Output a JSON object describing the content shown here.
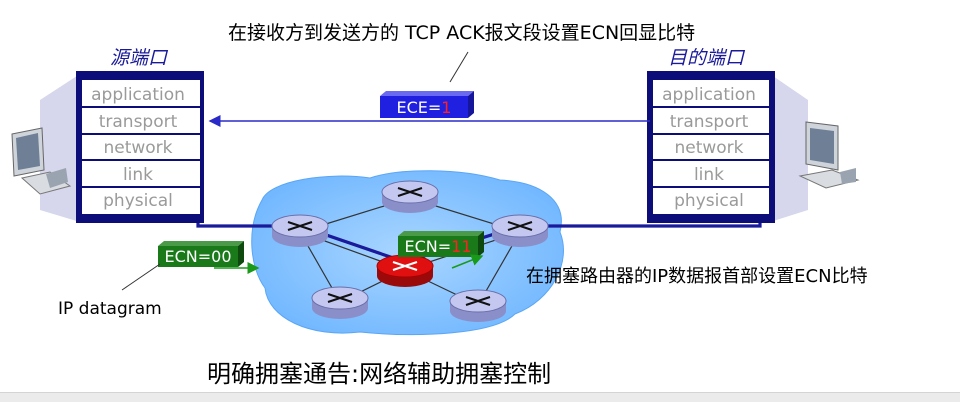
{
  "top_annotation": "在接收方到发送方的 TCP ACK报文段设置ECN回显比特",
  "source_host": {
    "title": "源端口",
    "layers": [
      "application",
      "transport",
      "network",
      "link",
      "physical"
    ]
  },
  "dest_host": {
    "title": "目的端口",
    "layers": [
      "application",
      "transport",
      "network",
      "link",
      "physical"
    ]
  },
  "ece_packet": {
    "label": "ECE=",
    "bit": "1"
  },
  "ecn_ingress_packet": {
    "label": "ECN=00"
  },
  "ecn_core_packet": {
    "label": "ECN=",
    "bits": "11"
  },
  "router_annotation": "在拥塞路由器的IP数据报首部设置ECN比特",
  "datagram_label": "IP datagram",
  "caption": "明确拥塞通告:网络辅助拥塞控制",
  "colors": {
    "host_frame": "#0d0d7a",
    "layer_text": "#9a9a9a",
    "network_cloud": "#8ec5ff",
    "router": "#c4c8f0",
    "congested_router": "#e01010",
    "ece_packet": "#2020e0",
    "ecn_packet": "#1a7a1a",
    "flow_line": "#1a1a9a",
    "highlight_bit": "#ff2020"
  }
}
